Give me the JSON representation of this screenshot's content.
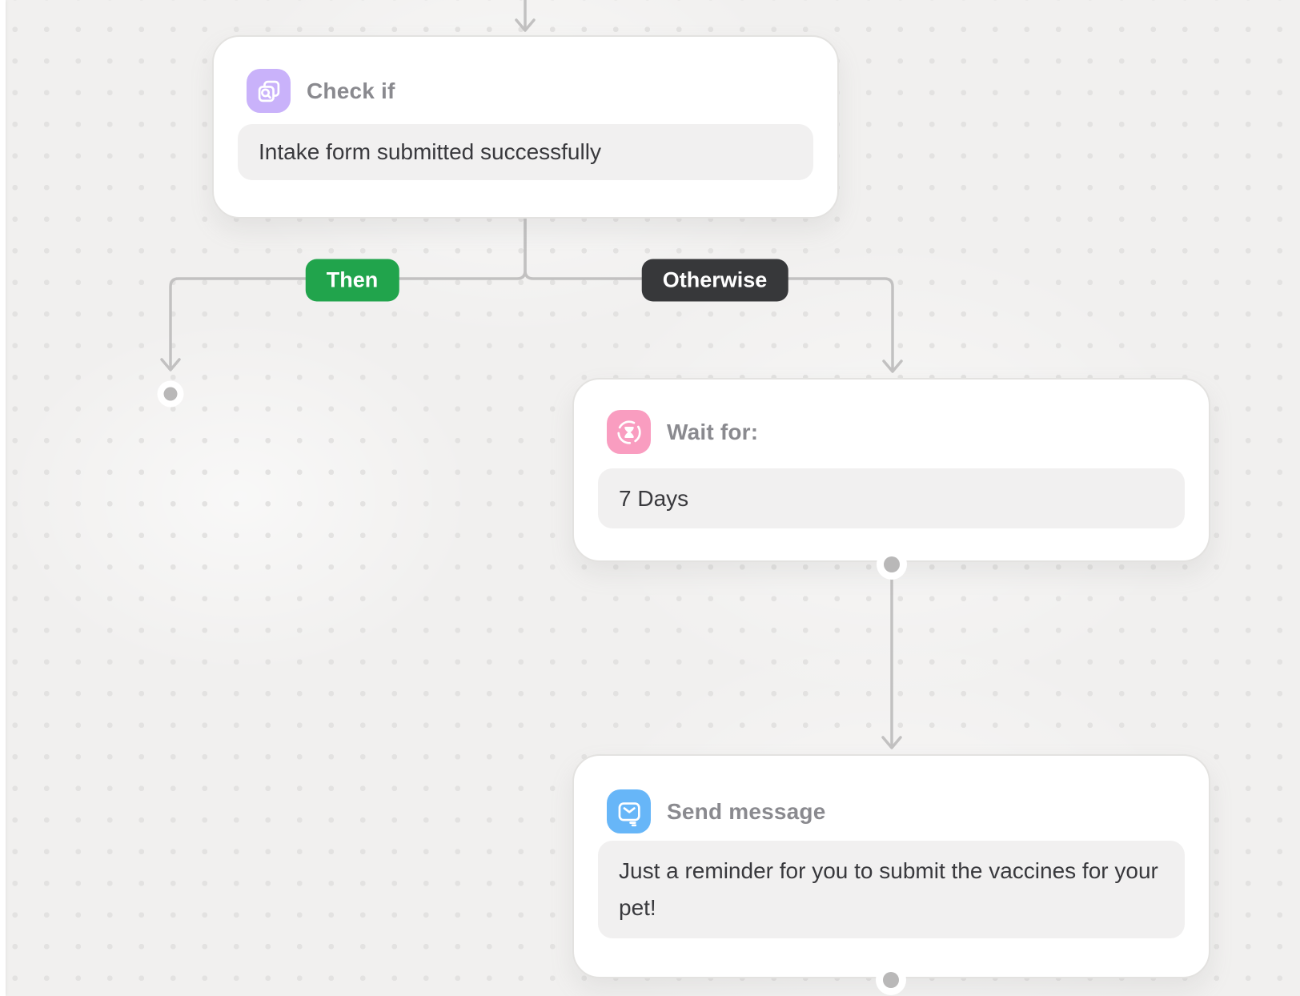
{
  "colors": {
    "canvas_bg": "#f1f0ef",
    "dot": "#e3e2e1",
    "connector": "#c2c1c1",
    "node_border": "#e3e2e0",
    "input_bg": "#f1f0f0",
    "title_text": "#8a8a8f",
    "value_text": "#39393d",
    "check_icon_bg": "#c9b2fa",
    "wait_icon_bg": "#f99dc0",
    "send_icon_bg": "#67b6f8",
    "then_bg": "#21a44c",
    "otherwise_bg": "#37383a",
    "badge_text": "#ffffff",
    "handle_inner": "#b9b8b8"
  },
  "nodes": {
    "check_if": {
      "title": "Check if",
      "value": "Intake form submitted successfully",
      "icon": "documents-search-icon"
    },
    "wait_for": {
      "title": "Wait for:",
      "value": "7 Days",
      "icon": "hourglass-icon"
    },
    "send_message": {
      "title": "Send message",
      "value": "Just a reminder for you to submit the vaccines for your pet!",
      "icon": "envelope-message-icon"
    }
  },
  "branches": {
    "then": {
      "label": "Then"
    },
    "otherwise": {
      "label": "Otherwise"
    }
  }
}
